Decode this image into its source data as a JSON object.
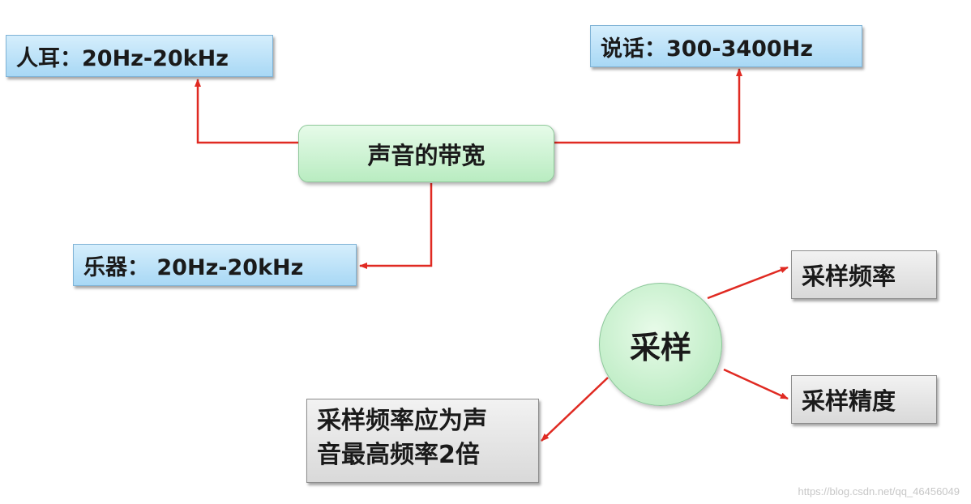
{
  "nodes": {
    "center": "声音的带宽",
    "ear": "人耳：20Hz-20kHz",
    "speech": "说话：300-3400Hz",
    "instrument": "乐器： 20Hz-20kHz",
    "sampling": "采样",
    "sample_rate": "采样频率",
    "sample_precision": "采样精度",
    "nyquist_line1": "采样频率应为声",
    "nyquist_line2": "音最高频率2倍"
  },
  "colors": {
    "arrow": "#e02a22",
    "blue_box": "#b8e0f8",
    "green_box": "#c8f1ce",
    "gray_box": "#e3e3e3"
  },
  "watermark": "https://blog.csdn.net/qq_46456049"
}
